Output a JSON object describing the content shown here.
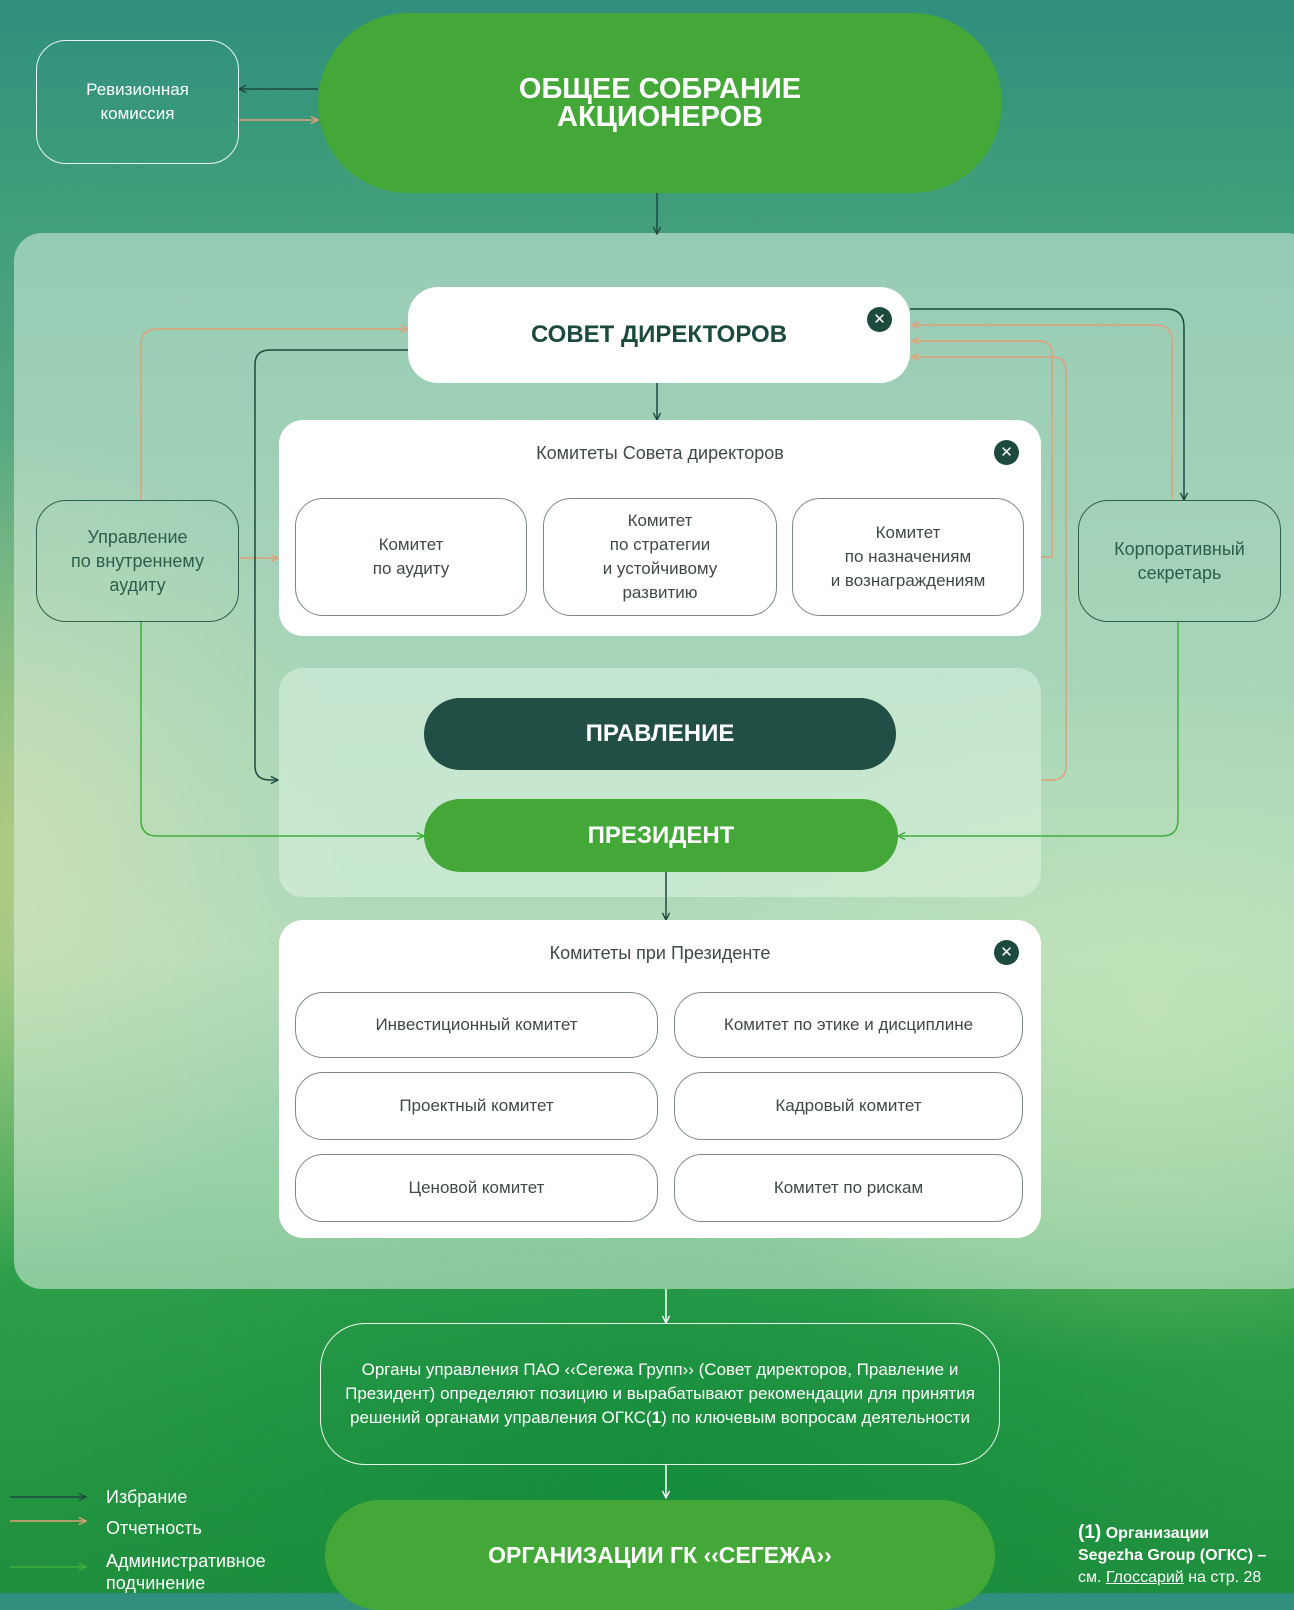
{
  "top": {
    "revision_commission": "Ревизионная\nкомиссия",
    "general_meeting": "ОБЩЕЕ СОБРАНИЕ\nАКЦИОНЕРОВ"
  },
  "board": {
    "title": "СОВЕТ ДИРЕКТОРОВ",
    "close_icon": "close-icon"
  },
  "board_committees": {
    "heading": "Комитеты Совета директоров",
    "items": [
      "Комитет\nпо аудиту",
      "Комитет\nпо стратегии\nи устойчивому\nразвитию",
      "Комитет\nпо назначениям\nи вознаграждениям"
    ]
  },
  "side": {
    "internal_audit": "Управление\nпо внутреннему\nаудиту",
    "corporate_secretary": "Корпоративный\nсекретарь"
  },
  "management": {
    "board": "ПРАВЛЕНИЕ",
    "president": "ПРЕЗИДЕНТ"
  },
  "president_committees": {
    "heading": "Комитеты при Президенте",
    "items": [
      "Инвестиционный комитет",
      "Комитет по этике и дисциплине",
      "Проектный комитет",
      "Кадровый комитет",
      "Ценовой комитет",
      "Комитет по рискам"
    ]
  },
  "note": {
    "text_before": "Органы управления ПАО ‹‹Сегежа Групп›› (Совет директоров, Правление и Президент) определяют позицию и вырабатывают рекомендации для принятия решений органами управления ОГКС(",
    "ref": "1",
    "text_after": ") по ключевым вопросам деятельности"
  },
  "organizations": "ОРГАНИЗАЦИИ ГК ‹‹СЕГЕЖА››",
  "legend": {
    "election": "Избрание",
    "reporting": "Отчетность",
    "admin": "Административное\nподчинение",
    "colors": {
      "election": "#1d4a3e",
      "reporting": "#e0a07a",
      "admin": "#3fae3a"
    }
  },
  "footnote": {
    "ref": "1",
    "title": "Организации\nSegezha Group (ОГКС)",
    "dash": " –",
    "see": "см. ",
    "link": "Глоссарий",
    "page": " на стр. 28"
  }
}
